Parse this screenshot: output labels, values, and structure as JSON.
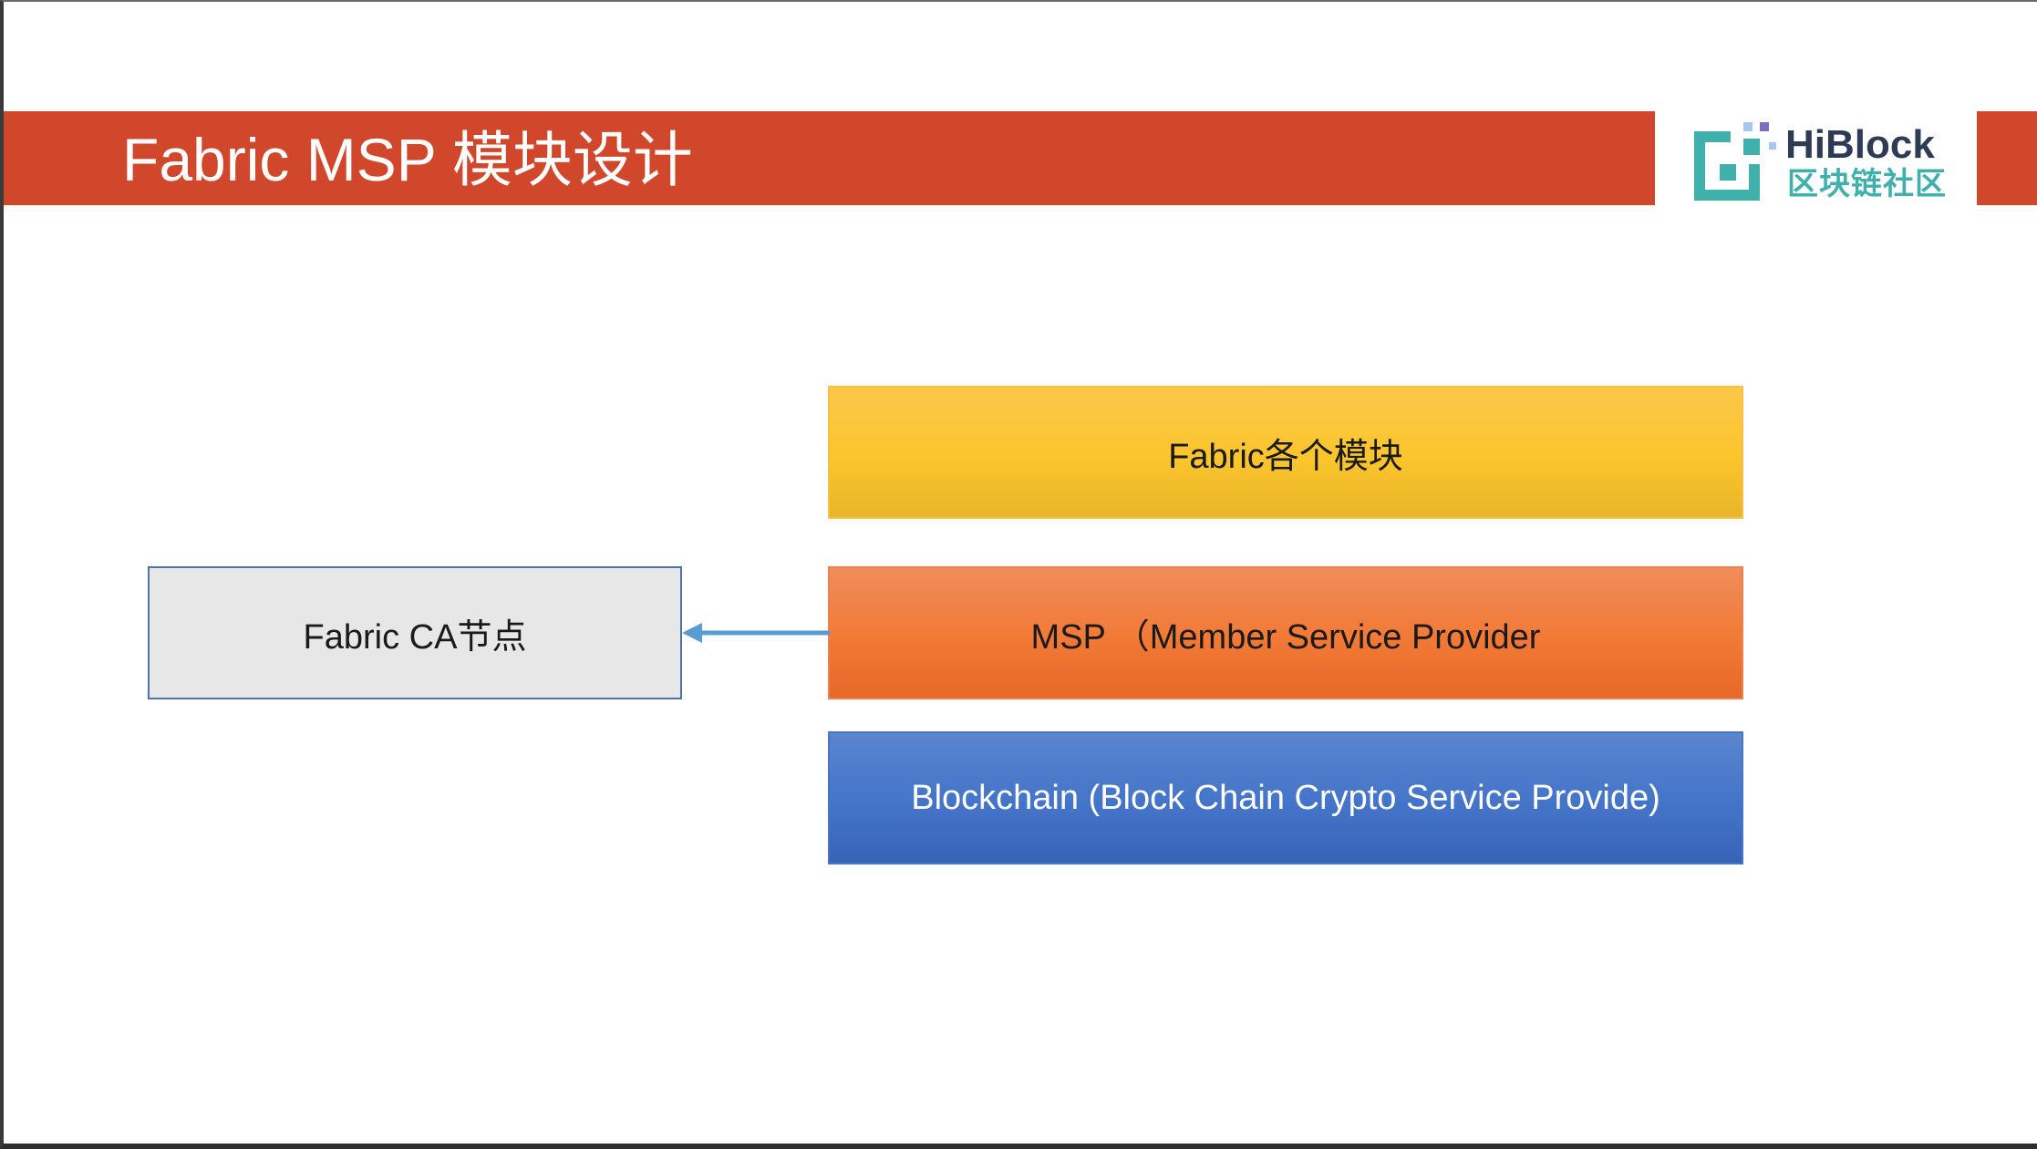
{
  "slide": {
    "title": "Fabric MSP 模块设计",
    "title_bar_color": "#d1472c"
  },
  "logo": {
    "name": "HiBlock",
    "subtitle": "区块链社区",
    "colors": {
      "primary": "#3fb0ac",
      "dark": "#2d3b55",
      "accent": "#7d6fc0"
    }
  },
  "diagram": {
    "blocks": {
      "modules": {
        "label": "Fabric各个模块",
        "color": "#fbc52c"
      },
      "msp": {
        "label": "MSP （Member Service Provider",
        "color": "#f27935"
      },
      "blockchain": {
        "label": "Blockchain (Block Chain Crypto Service Provide)",
        "color": "#4474c9"
      },
      "ca": {
        "label": "Fabric CA节点",
        "color": "#e7e7e7"
      }
    },
    "arrow": {
      "from": "msp",
      "to": "ca",
      "color": "#5b9bd5"
    }
  }
}
